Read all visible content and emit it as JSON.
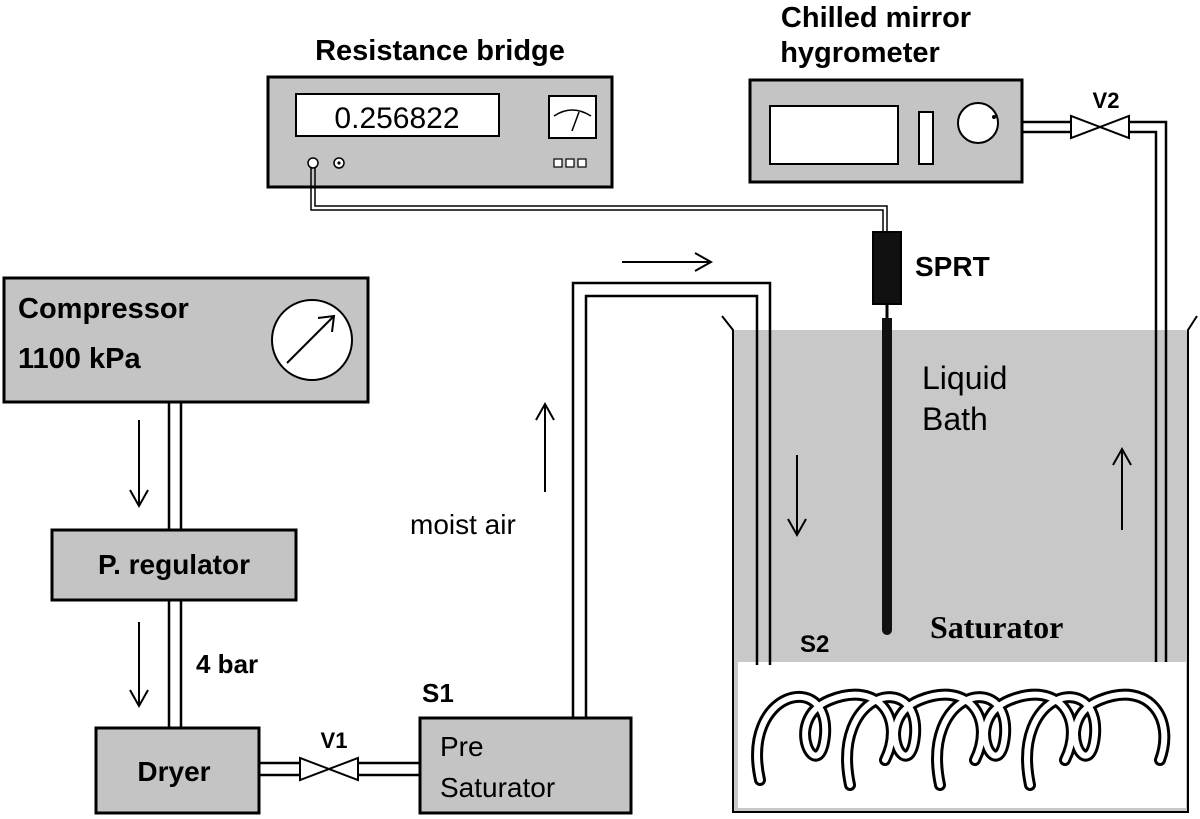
{
  "labels": {
    "resistance_bridge": "Resistance bridge",
    "bridge_reading": "0.256822",
    "hygrometer_line1": "Chilled mirror",
    "hygrometer_line2": "hygrometer",
    "valve2": "V2",
    "valve1": "V1",
    "sprt": "SPRT",
    "compressor_line1": "Compressor",
    "compressor_line2": "1100 kPa",
    "liquid_line1": "Liquid",
    "liquid_line2": "Bath",
    "moist_air": "moist air",
    "regulator": "P. regulator",
    "pressure": "4 bar",
    "saturator": "Saturator",
    "s2": "S2",
    "s1": "S1",
    "dryer": "Dryer",
    "presat_line1": "Pre",
    "presat_line2": "Saturator"
  },
  "colors": {
    "box_fill": "#c4c4c4",
    "bath_fill": "#c8c8c8",
    "line": "#000000"
  }
}
